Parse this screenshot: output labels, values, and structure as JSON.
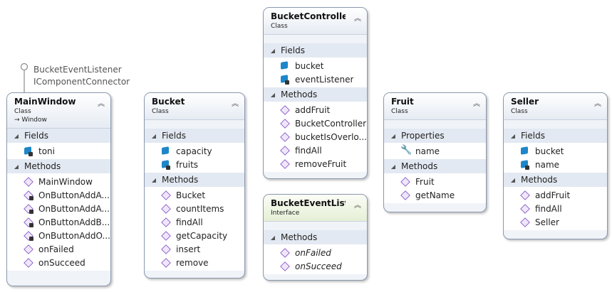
{
  "interfaces_label": {
    "line1": "BucketEventListener",
    "line2": "IComponentConnector"
  },
  "main_window": {
    "title": "MainWindow",
    "stereotype": "Class",
    "base": "→ Window",
    "fields_label": "Fields",
    "fields": [
      "toni"
    ],
    "methods_label": "Methods",
    "methods": [
      "MainWindow",
      "OnButtonAddA...",
      "OnButtonAddA...",
      "OnButtonAddB...",
      "OnButtonAddO...",
      "onFailed",
      "onSucceed"
    ]
  },
  "bucket": {
    "title": "Bucket",
    "stereotype": "Class",
    "fields_label": "Fields",
    "fields": [
      "capacity",
      "fruits"
    ],
    "methods_label": "Methods",
    "methods": [
      "Bucket",
      "countItems",
      "findAll",
      "getCapacity",
      "insert",
      "remove"
    ]
  },
  "bucket_controller": {
    "title": "BucketController",
    "stereotype": "Class",
    "fields_label": "Fields",
    "fields": [
      "bucket",
      "eventListener"
    ],
    "methods_label": "Methods",
    "methods": [
      "addFruit",
      "BucketController",
      "bucketIsOverlo...",
      "findAll",
      "removeFruit"
    ]
  },
  "bucket_event_listener": {
    "title": "BucketEventList...",
    "stereotype": "Interface",
    "methods_label": "Methods",
    "methods": [
      "onFailed",
      "onSucceed"
    ]
  },
  "fruit": {
    "title": "Fruit",
    "stereotype": "Class",
    "properties_label": "Properties",
    "properties": [
      "name"
    ],
    "methods_label": "Methods",
    "methods": [
      "Fruit",
      "getName"
    ]
  },
  "seller": {
    "title": "Seller",
    "stereotype": "Class",
    "fields_label": "Fields",
    "fields": [
      "bucket",
      "name"
    ],
    "methods_label": "Methods",
    "methods": [
      "addFruit",
      "findAll",
      "Seller"
    ]
  },
  "colors": {
    "border": "#8a98ad",
    "section_bg": "#e3e9f2",
    "field_icon": "#1e86c8",
    "method_icon": "#7d4cbf",
    "interface_header": "#e5efd5"
  }
}
